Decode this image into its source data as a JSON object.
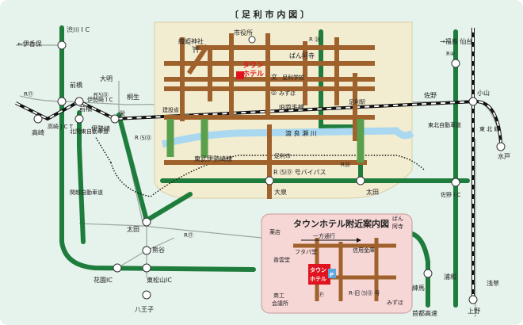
{
  "title": "〔 足 利 市 内 図 〕",
  "inset": {
    "title": "タウンホテル附近案内図",
    "labels": {
      "bank": "薬店",
      "hitomichi": "一方通行",
      "kosan": "香雲堂",
      "futaba": "フタバ堂",
      "shinyo": "信用金庫",
      "shoko": "商工",
      "kaigisho": "会議所",
      "rkyu50": "R-旧 ⑸⓪ 号",
      "mizuho": "みずほ",
      "banna": "ばん",
      "banna2": "阿寺",
      "hotel": "タウン",
      "hotel2": "ホテル",
      "parking": "P"
    }
  },
  "city": {
    "shiyakusho": "市役所",
    "orihime": "織姫神社",
    "banna": "ばん阿寺",
    "ashikaga_gakko": "足利学校",
    "mizuho": "みずほ",
    "kensetsu": "建設省",
    "jr_ryomo": "JR両毛線",
    "ashikaga_eki": "足利駅",
    "watarase": "渡 良 瀬 川",
    "tobu": "東武伊勢崎線",
    "ashikagashi": "足利市",
    "bypass": "R ⑸⓪ 号バイパス",
    "ota": "太田",
    "taisen": "大泉",
    "hotel": "タウン",
    "hotel2": "ホテル",
    "sakae": "栄",
    "r24": "R ㉔",
    "r50": "R ⑸⓪"
  },
  "roads": {
    "r17": "R⑰",
    "r17b": "R⑰",
    "r50": "R⑸⓪",
    "r4": "R④",
    "r50b": "R ⑸⓪",
    "r24": "R㉔"
  },
  "places": {
    "shibukawa": "渋川 I C",
    "isesaki_l": "←伊香保",
    "maebashi": "前橋",
    "taimei": "大明",
    "takasaki": "高崎",
    "takasaki_jct": "高崎 J C T",
    "kitakanto": "北関東自動車道",
    "maebashi2": "前橋",
    "isesaki": "伊勢崎",
    "isesaki_ic": "伊勢崎 I C",
    "ashikaga": "桐生",
    "kanetsu": "関越自動車道",
    "ota": "太田",
    "kumagaya": "熊谷",
    "kagohara": "花園IC",
    "higashimatsuyama": "東松山IC",
    "hachioji": "八王子",
    "fukushima": "→福島  仙台",
    "koyama": "小山",
    "tohoku_line": "東 北 線",
    "tohoku_exp": "東北自動車道",
    "sano": "佐野",
    "sano_ic": "佐野 I C",
    "mito": "水戸",
    "urawa": "浦和",
    "shutoko": "首都高速",
    "nerima": "練馬",
    "ueno": "上野",
    "asakusa": "浅草"
  },
  "colors": {
    "background": "#e6f2ec",
    "city_area": "#f2ecd0",
    "inset": "#f7d6d6",
    "expressway": "#1e7d3c",
    "road": "#a0622c",
    "river": "#a9d8f0",
    "hotel": "#e0141e"
  },
  "icons": [
    "shrine-icon",
    "school-icon",
    "bank-icon",
    "parking-icon",
    "city-hall-icon"
  ]
}
